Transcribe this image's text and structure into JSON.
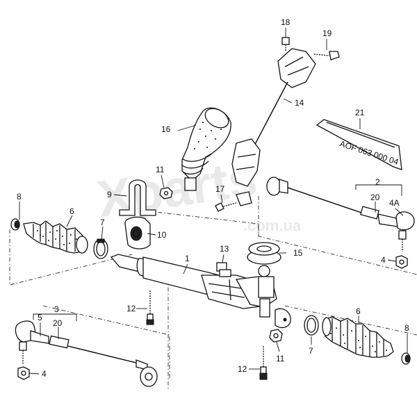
{
  "watermark": {
    "brand": "Xparts",
    "domain": ".com.ua"
  },
  "callouts": {
    "c1": "1",
    "c2": "2",
    "c3": "3",
    "c4a": "4",
    "c4b": "4",
    "c4A": "4A",
    "c5": "5",
    "c6a": "6",
    "c6b": "6",
    "c7a": "7",
    "c7b": "7",
    "c8a": "8",
    "c8b": "8",
    "c9": "9",
    "c10": "10",
    "c11a": "11",
    "c11b": "11",
    "c12a": "12",
    "c12b": "12",
    "c13": "13",
    "c14": "14",
    "c15": "15",
    "c16": "16",
    "c17": "17",
    "c18": "18",
    "c19": "19",
    "c20a": "20",
    "c20b": "20",
    "c21": "21"
  },
  "tube_label": "AOF 063 000 04"
}
